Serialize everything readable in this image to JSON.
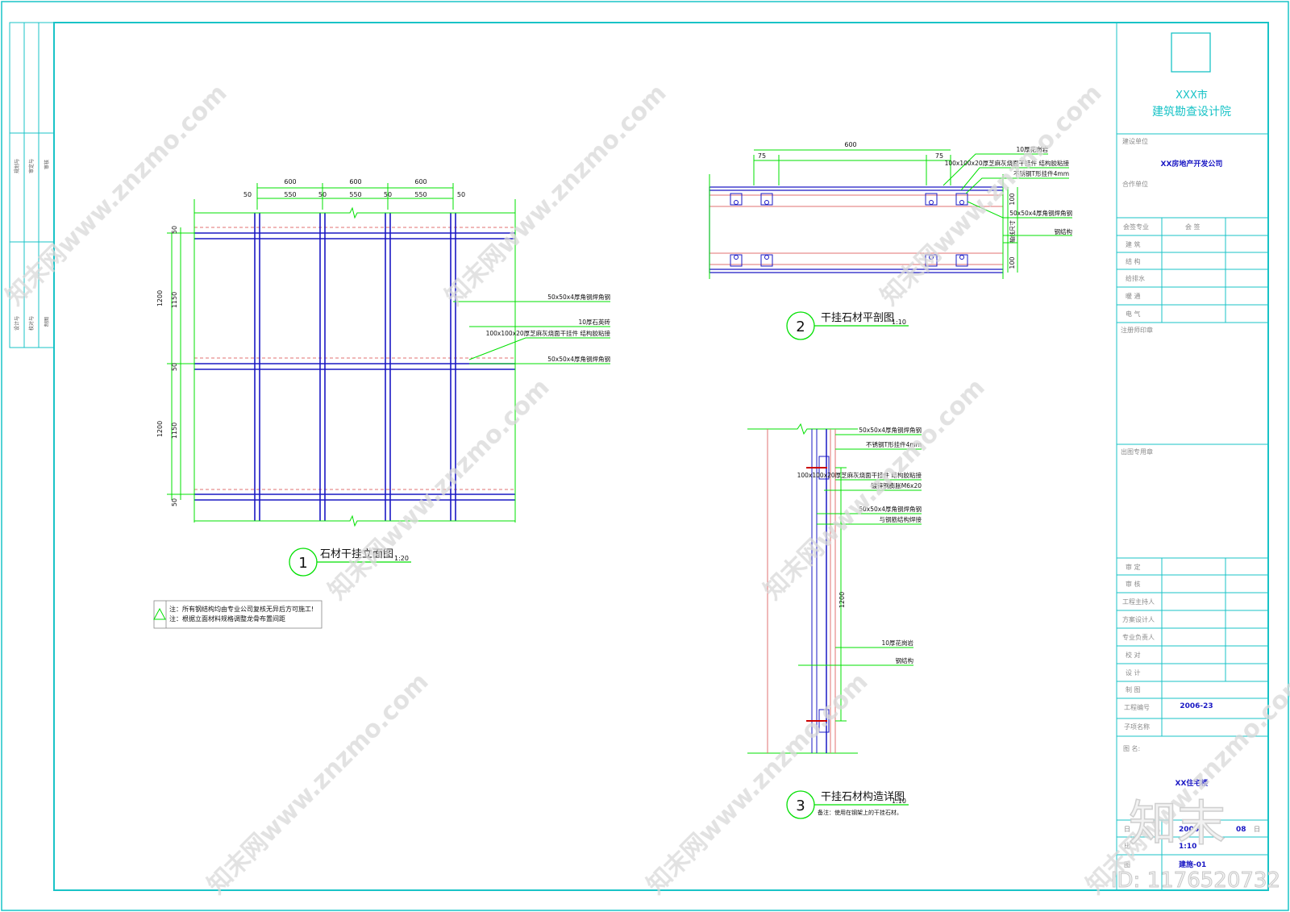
{
  "sidebar": {
    "col1_text": [
      "规划与",
      "设计与"
    ],
    "col2_text": [
      "审定与",
      "校对与"
    ],
    "col3_text": [
      "审核",
      "制图"
    ]
  },
  "title_block": {
    "institute_line1": "XXX市",
    "institute_line2": "建筑勘查设计院",
    "client_label": "建设单位",
    "client_value": "XX房地产开发公司",
    "partner_label": "合作单位",
    "sign_header": [
      "会签专业",
      "会 签"
    ],
    "disciplines": [
      "建 筑",
      "结 构",
      "给排水",
      "暖 通",
      "电 气"
    ],
    "registered_seal_label": "注册师印章",
    "publish_seal_label": "出图专用章",
    "roles": [
      "审 定",
      "审 核",
      "工程主持人",
      "方案设计人",
      "专业负责人",
      "校 对",
      "设 计",
      "制 图"
    ],
    "project_no_label": "工程编号",
    "project_no_value": "2006-23",
    "subitem_label": "子项名称",
    "drawing_name_label": "图 名:",
    "drawing_name_value": "XX住宅楼",
    "date_label": "日",
    "date_value": "2006",
    "date_month": "08",
    "date_day_label": "日",
    "scale_label": "比",
    "scale_value": "1:10",
    "drawing_no_label": "图",
    "drawing_no_value": "建施-01"
  },
  "drawing1": {
    "number": "1",
    "title": "石材干挂立面图",
    "scale": "1:20",
    "top_dims": [
      "600",
      "600",
      "600"
    ],
    "sub_dims": [
      "50",
      "550",
      "50",
      "550",
      "50",
      "550",
      "50"
    ],
    "left_outer": [
      "1200",
      "1200"
    ],
    "left_inner": [
      "50",
      "1150",
      "50",
      "1150",
      "50"
    ],
    "leaders": [
      "50x50x4厚角钢焊角钢",
      "10厚石英砖",
      "100x100x20厚芝麻灰烧面干挂件  结构胶粘接",
      "50x50x4厚角钢焊角钢"
    ]
  },
  "note": {
    "line1": "注：所有钢结构均由专业公司复核无异后方可施工!",
    "line2": "注：根据立面材料规格调整龙骨布置间距"
  },
  "drawing2": {
    "number": "2",
    "title": "干挂石材平剖图",
    "scale": "1:10",
    "top_dims": [
      "75",
      "600",
      "75"
    ],
    "right_dims": [
      "100",
      "100"
    ],
    "right_text": "轴线尺寸",
    "leaders": [
      "10厚花岗岩",
      "100x100x20厚芝麻灰烧面干挂件  结构胶粘接",
      "不锈钢T形挂件4mm",
      "50x50x4厚角钢焊角钢",
      "钢结构"
    ]
  },
  "drawing3": {
    "number": "3",
    "title": "干挂石材构造详图",
    "scale": "1:10",
    "remark": "备注：使用在钢架上的干挂石材。",
    "dim": "1200",
    "leaders": [
      "50x50x4厚角钢焊角钢",
      "不锈钢T形挂件4mm",
      "100x100x20厚芝麻灰烧面干挂件  结构胶粘接",
      "镀锌钢膨胀M6x20",
      "50x50x4厚角钢焊角钢",
      "与钢筋结构焊接",
      "10厚花岗岩",
      "钢结构"
    ]
  },
  "watermark": {
    "text": "知末网www.znzmo.com",
    "logo": "知末",
    "id": "ID: 1176520732"
  },
  "colors": {
    "frame": "#19c3c7",
    "dim": "#00e000",
    "steel": "#1a18c4",
    "stone": "#e07070",
    "text": "#111111",
    "watermark": "#d8d8d8"
  }
}
